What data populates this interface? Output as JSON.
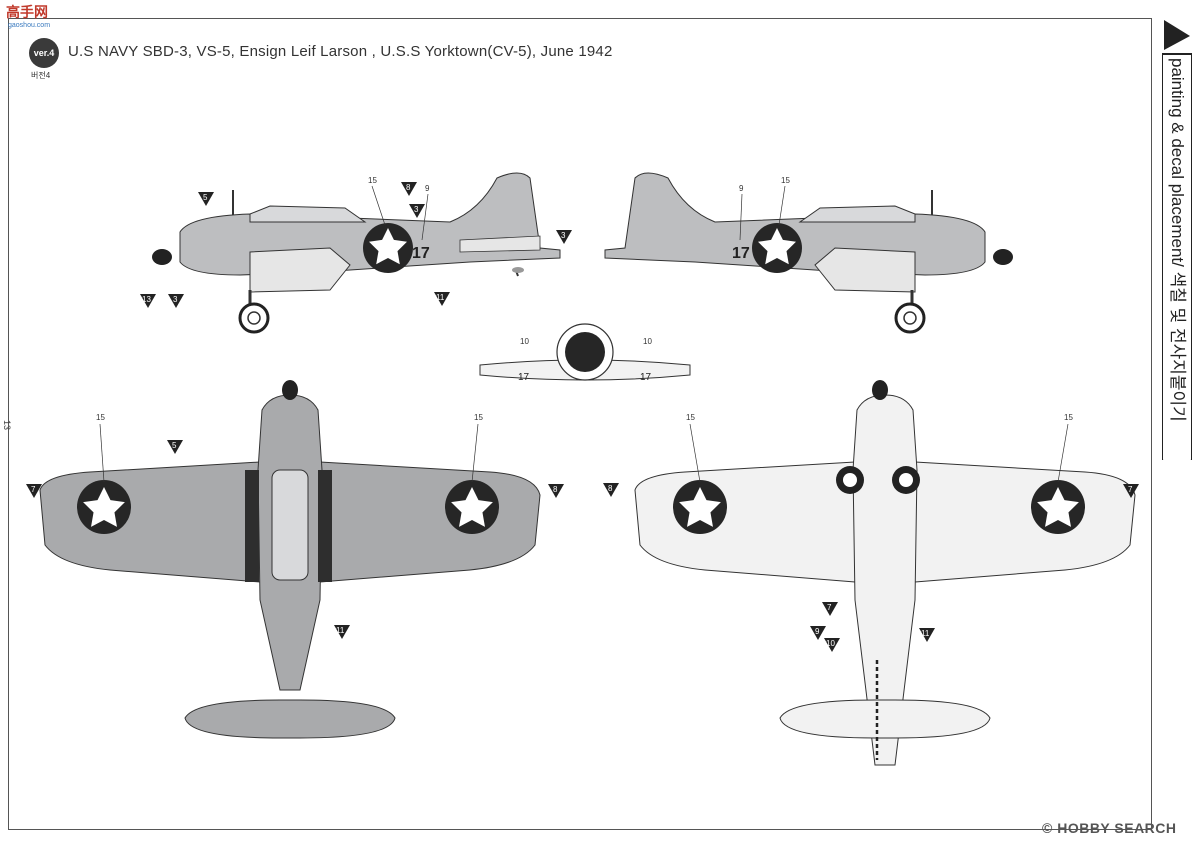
{
  "header": {
    "version_badge": "ver.4",
    "version_korean": "버전4",
    "title": "U.S NAVY SBD-3, VS-5, Ensign Leif Larson , U.S.S Yorktown(CV-5), June 1942"
  },
  "sidebar": {
    "section_title": "painting & decal placement/ 색칠 및 전사지붙이기"
  },
  "page_number": "13",
  "branding": {
    "site_logo": "高手网",
    "site_url": "gaoshou.com",
    "watermark": "© HOBBY SEARCH"
  },
  "aircraft": {
    "side_number": "17",
    "views": [
      "left-side",
      "right-side",
      "front",
      "top",
      "bottom"
    ]
  },
  "callouts": {
    "decal_15": "15",
    "decal_9": "9",
    "decal_10": "10",
    "decal_17": "17",
    "paint_3": "3",
    "paint_5": "5",
    "paint_7": "7",
    "paint_8": "8",
    "paint_9": "9",
    "paint_10": "10",
    "paint_11": "11",
    "paint_13": "13"
  },
  "colors": {
    "upper_gray": "#a9aaac",
    "mid_gray": "#bdbec0",
    "under_light": "#f2f2f2",
    "insignia_dark": "#262626",
    "stripe_dark": "#2e2e2e"
  }
}
